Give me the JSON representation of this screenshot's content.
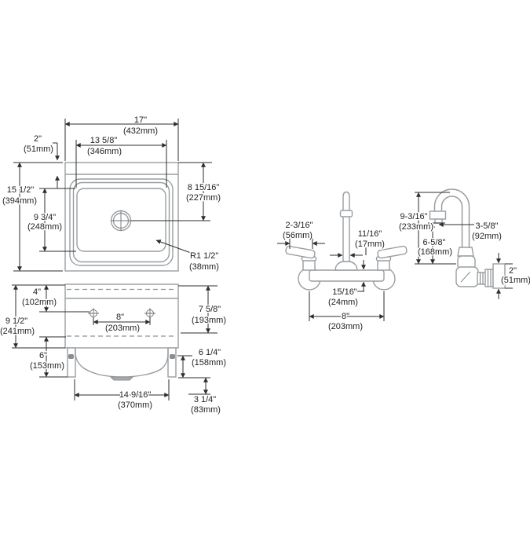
{
  "title": "Wall-mount utility sink and gooseneck faucet dimensional drawing",
  "colors": {
    "outline": "#9a9ea1",
    "dimension": "#2e2e2e",
    "text": "#1f1f1f",
    "background": "#ffffff"
  },
  "top_view": {
    "width_in": "17\"",
    "width_mm": "(432mm)",
    "bowl_width_in": "13 5/8\"",
    "bowl_width_mm": "(346mm)",
    "backsplash_in": "2\"",
    "backsplash_mm": "(51mm)",
    "depth_in": "15 1/2\"",
    "depth_mm": "(394mm)",
    "bowl_depth_in": "9 3/4\"",
    "bowl_depth_mm": "(248mm)",
    "drain_center_in": "8 15/16\"",
    "drain_center_mm": "(227mm)",
    "corner_radius_in": "R1 1/2\"",
    "corner_radius_mm": "(38mm)"
  },
  "front_view": {
    "hole_offset_in": "4\"",
    "hole_offset_mm": "(102mm)",
    "hole_spacing_in": "8\"",
    "hole_spacing_mm": "(203mm)",
    "height_in": "9 1/2\"",
    "height_mm": "(241mm)",
    "apron_in": "7 5/8\"",
    "apron_mm": "(193mm)",
    "bowl_drop_in": "6\"",
    "bowl_drop_mm": "(153mm)",
    "side_depth_in": "6 1/4\"",
    "side_depth_mm": "(158mm)",
    "bowl_width_in": "14 9/16\"",
    "bowl_width_mm": "(370mm)",
    "drain_drop_in": "3 1/4\"",
    "drain_drop_mm": "(83mm)"
  },
  "faucet_front": {
    "handle_in": "2-3/16\"",
    "handle_mm": "(56mm)",
    "spout_dia_in": "11/16\"",
    "spout_dia_mm": "(17mm)",
    "body_dia_in": "15/16\"",
    "body_dia_mm": "(24mm)",
    "centers_in": "8\"",
    "centers_mm": "(203mm)"
  },
  "faucet_side": {
    "height_in": "9-3/16\"",
    "height_mm": "(233mm)",
    "outlet_in": "6-5/8\"",
    "outlet_mm": "(168mm)",
    "reach_in": "3-5/8\"",
    "reach_mm": "(92mm)",
    "plate_in": "2\"",
    "plate_mm": "(51mm)"
  }
}
